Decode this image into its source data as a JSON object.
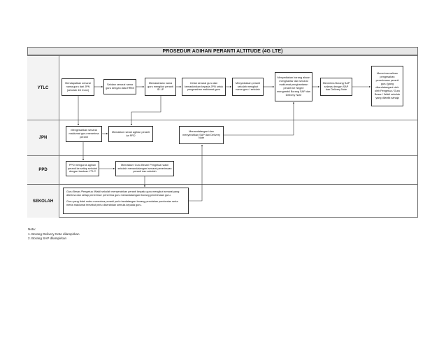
{
  "title": "PROSEDUR AGIHAN PERANTI ALTITUDE (4G LTE)",
  "lanes": {
    "ytlc": "YTLC",
    "jpn": "JPN",
    "ppd": "PPD",
    "sekolah": "SEKOLAH"
  },
  "boxes": {
    "ytlc_1": "Mendapatkan senarai nama guru dari JPN (sekolah 4G Zone)",
    "ytlc_2": "Sahkan senarai nama guru dengan data HRMI",
    "ytlc_3": "Memadankan nama guru mengikut peranti ID LP",
    "ytlc_4": "Cetak senarai guru dan kemaskinikan kepada JPN untuk pengesahan maklumat guru",
    "ytlc_5": "Menyediakan peranti sekolah mengikut nama guru / sekolah",
    "ytlc_6": "Menyediakan borang akuan menghantar dan senarai maklumat penghantaran peranti ke Negeri mengambil Borang SAP dan Delivery Note",
    "ytlc_7": "Menerima Borang SAP selaras dengan SAP dan Delivery Note",
    "ytlc_8": "Menerima salinan pengesahan penerimaan peranti guru (yang ditandatangani oleh oleh Pengetua / Guru Besar / Wakil sekolah yang dilantik sahaja",
    "jpn_1": "Mengesahkan senarai maklumat guru menerima peranti",
    "jpn_2": "Memaklum serah agihan peranti ke PPD",
    "jpn_3": "Menandatangani dan menyerahkan SAP dan Delivery Note",
    "ppd_1": "PPD mengurus agihan peranti ke setiap sekolah dengan bantuan YTLC",
    "ppd_2": "Memaklum Guru Besar/ Pengetua/ wakil sekolah menandatangani senarai penerimaan peranti dan sekolah",
    "sekolah_p1": "Guru Besar /Pengetua /Wakil sekolah menyerahkan peranti kepada guru mengikut senarai yang diterima dan setiap penerima / penerima guru menandatangani borang penerimaan guru.",
    "sekolah_p2": "Guru yang tidak mahu menerima peranti perlu tandatangan borang penolakan pemberian serta merta maklumat tersebut perlu diserahkan semula kepada guru."
  },
  "notes": {
    "heading": "Nota:",
    "line1": "1. Borang Delivery Note dilampirkan",
    "line2": "2. Borang SAP dilampirkan"
  }
}
